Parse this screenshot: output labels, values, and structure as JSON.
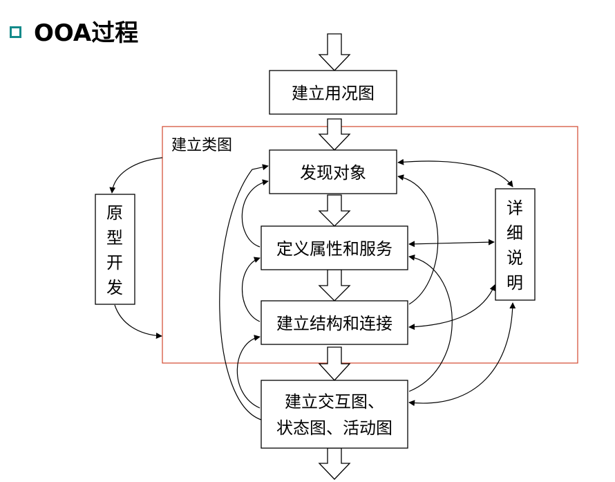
{
  "title": "OOA过程",
  "diagram": {
    "region_label": "建立类图",
    "nodes": {
      "use_case": "建立用况图",
      "find_objects": "发现对象",
      "attributes": "定义属性和服务",
      "structure": "建立结构和连接",
      "interaction_line1": "建立交互图、",
      "interaction_line2": "状态图、活动图",
      "prototype": [
        "原",
        "型",
        "开",
        "发"
      ],
      "details": [
        "详",
        "细",
        "说",
        "明"
      ]
    },
    "colors": {
      "region_border": "#d2462d",
      "bullet": "#138a8a",
      "line": "#000000"
    }
  }
}
